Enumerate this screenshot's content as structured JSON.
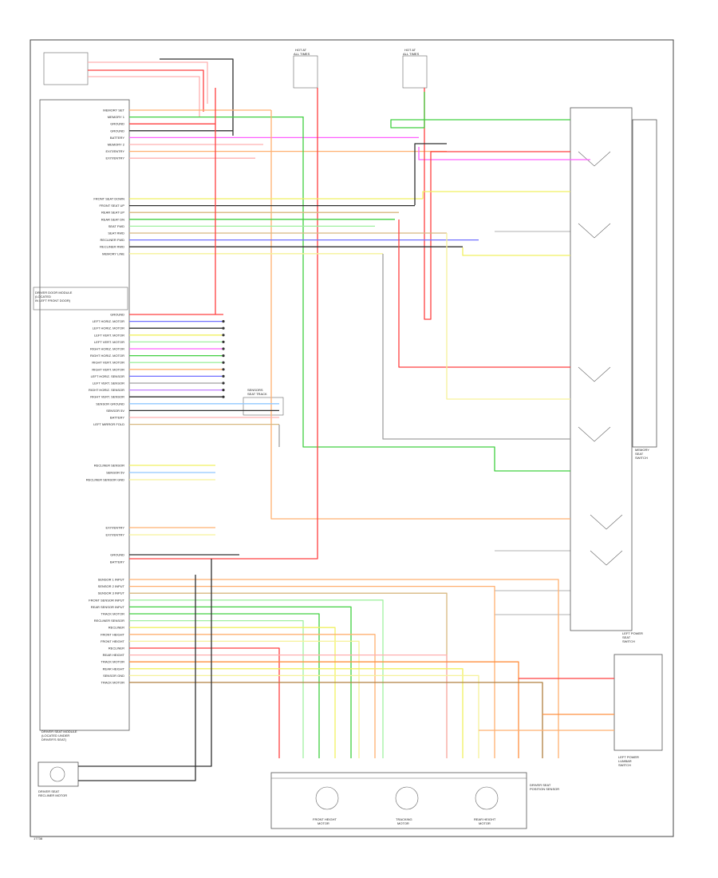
{
  "footer": {
    "code": "17738"
  },
  "labels": {
    "driver_seat_module": [
      "DRIVER SEAT MODULE",
      "(LOCATED UNDER",
      "DRIVER'S SEAT)"
    ],
    "driver_door_module": [
      "DRIVER DOOR MODULE",
      "(LOCATED",
      "IN LEFT FRONT DOOR)"
    ],
    "memory_seat_switch": [
      "MEMORY",
      "SEAT",
      "SWITCH"
    ],
    "left_power_seat_switch": [
      "LEFT POWER",
      "SEAT",
      "SWITCH"
    ],
    "left_power_lumbar_switch": [
      "LEFT POWER",
      "LUMBAR",
      "SWITCH"
    ],
    "seat_track_sensors": [
      "SEAT TRACK",
      "SENSORS"
    ],
    "front_height_motor": [
      "FRONT HEIGHT",
      "MOTOR"
    ],
    "tracking_motor": [
      "TRACKING",
      "MOTOR"
    ],
    "rear_height_motor": [
      "REAR HEIGHT",
      "MOTOR"
    ],
    "driver_seat_position_sensor": [
      "DRIVER SEAT",
      "POSITION SENSOR"
    ],
    "driver_seat_recliner_motor": [
      "DRIVER SEAT",
      "RECLINER MOTOR"
    ],
    "hot_at_all_times_1": [
      "HOT AT",
      "ALL TIMES"
    ],
    "hot_at_all_times_2": [
      "HOT AT",
      "ALL TIMES"
    ]
  },
  "module_pins": {
    "group1": [
      "MEMORY SET",
      "MEMORY 1",
      "GROUND",
      "GROUND",
      "BATTERY",
      "MEMORY 2",
      "EXIT/ENTRY",
      "EXIT/ENTRY"
    ],
    "group2": [
      "FRONT SEAT DOWN",
      "FRONT SEAT UP",
      "REAR SEAT UP",
      "REAR SEAT DN",
      "SEAT FWD",
      "SEAT RWD",
      "RECLINER FWD",
      "RECLINER RWD",
      "MEMORY LINE"
    ],
    "group3": [
      "GROUND",
      "LEFT HORIZ. MOTOR",
      "LEFT HORIZ. MOTOR",
      "LEFT VERT. MOTOR",
      "LEFT VERT. MOTOR",
      "RIGHT HORIZ. MOTOR",
      "RIGHT HORIZ. MOTOR",
      "RIGHT VERT. MOTOR",
      "RIGHT VERT. MOTOR",
      "LEFT HORIZ. SENSOR",
      "LEFT VERT. SENSOR",
      "RIGHT HORIZ. SENSOR",
      "RIGHT VERT. SENSOR",
      "SENSOR GROUND",
      "SENSOR 5V",
      "BATTERY",
      "LEFT MIRROR FOLD"
    ],
    "group4": [
      "RECLINER SENSOR",
      "SENSOR 5V",
      "RECLINER SENSOR GND"
    ],
    "group5": [
      "EXIT/ENTRY",
      "EXIT/ENTRY"
    ],
    "group6": [
      "GROUND",
      "BATTERY"
    ],
    "group7": [
      "SENSOR 1 INPUT",
      "SENSOR 2 INPUT",
      "SENSOR 3 INPUT",
      "FRONT SENSOR INPUT",
      "REAR SENSOR INPUT",
      "TRACK MOTOR",
      "RECLINER SENSOR",
      "RECLINER",
      "FRONT HEIGHT",
      "FRONT HEIGHT",
      "RECLINER",
      "REAR HEIGHT",
      "TRACK MOTOR",
      "REAR HEIGHT",
      "SENSOR GND",
      "TRACK MOTOR"
    ]
  },
  "colors": {
    "red": "#ff4040",
    "pink": "#ffb0b0",
    "orange": "#ffb070",
    "dark_orange": "#ff9040",
    "yellow": "#f0f060",
    "light_yellow": "#f6f29a",
    "green": "#40d040",
    "light_green": "#a0f0a0",
    "blue": "#7070ff",
    "light_blue": "#90c8ff",
    "magenta": "#ff60ff",
    "tan": "#d8b880",
    "brown": "#b08040",
    "gray": "#a0a0a0",
    "dark_gray": "#808080",
    "violet": "#c080ff",
    "black": "#303030"
  }
}
